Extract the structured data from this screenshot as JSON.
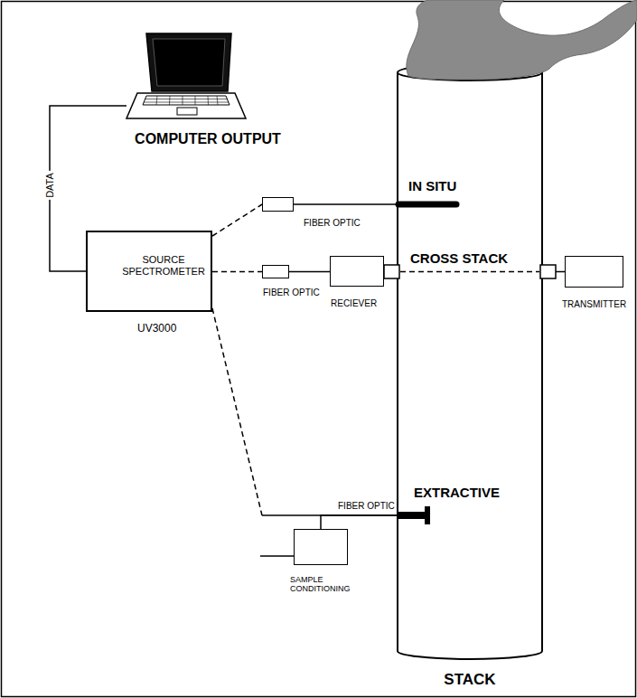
{
  "diagram": {
    "nodes": [
      {
        "text": [
          "COMPUTER OUTPUT"
        ]
      },
      {
        "text": [
          "SOURCE SPECTROMETER",
          "UV3000"
        ]
      },
      {
        "text": [
          "IN SITU",
          "CROSS STACK",
          "EXTRACTIVE",
          "STACK"
        ]
      },
      {
        "text": [
          "FIBER OPTIC"
        ]
      },
      {
        "text": [
          "FIBER OPTIC"
        ]
      },
      {
        "text": [
          "RECIEVER"
        ]
      },
      {
        "text": [
          "TRANSMITTER"
        ]
      },
      {
        "text": [
          "SAMPLE CONDITIONING"
        ]
      }
    ],
    "edges": [
      {
        "from": 0,
        "to": 1,
        "arrow": "none",
        "label": "DATA"
      },
      {
        "from": 1,
        "to": 3,
        "arrow": "none"
      },
      {
        "from": 3,
        "to": 2,
        "arrow": "none"
      },
      {
        "from": 1,
        "to": 4,
        "arrow": "none"
      },
      {
        "from": 4,
        "to": 5,
        "arrow": "none"
      },
      {
        "from": 5,
        "to": 2,
        "arrow": "none"
      },
      {
        "from": 6,
        "to": 2,
        "arrow": "none"
      },
      {
        "from": 1,
        "to": 2,
        "arrow": "none",
        "label": "FIBER OPTIC"
      },
      {
        "from": 7,
        "to": 2,
        "arrow": "none"
      }
    ]
  }
}
